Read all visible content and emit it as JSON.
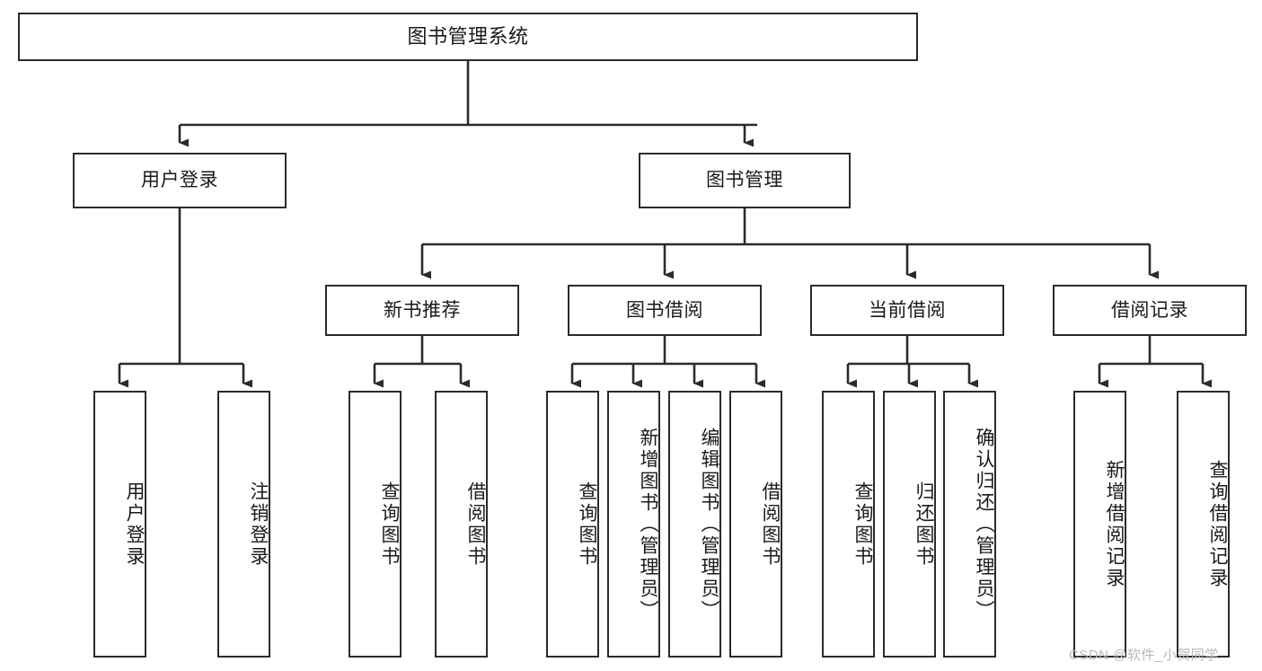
{
  "diagram": {
    "title": "图书管理系统",
    "type": "tree-hierarchy-diagram",
    "colors": {
      "box_border": "#2b2b2b",
      "box_fill": "#ffffff",
      "edge": "#2b2b2b",
      "text": "#1a1a1a",
      "watermark": "#b9b9b9",
      "background": "#ffffff"
    },
    "levels": {
      "root": {
        "label": "图书管理系统"
      },
      "level2": [
        {
          "label": "用户登录"
        },
        {
          "label": "图书管理"
        }
      ],
      "level3": [
        {
          "label": "新书推荐"
        },
        {
          "label": "图书借阅"
        },
        {
          "label": "当前借阅"
        },
        {
          "label": "借阅记录"
        }
      ],
      "level4": [
        {
          "label": "用户登录",
          "parent": "用户登录"
        },
        {
          "label": "注销登录",
          "parent": "用户登录"
        },
        {
          "label": "查询图书",
          "parent": "新书推荐"
        },
        {
          "label": "借阅图书",
          "parent": "新书推荐"
        },
        {
          "label": "查询图书",
          "parent": "图书借阅"
        },
        {
          "label": "新增图书（管理员）",
          "parent": "图书借阅"
        },
        {
          "label": "编辑图书（管理员）",
          "parent": "图书借阅"
        },
        {
          "label": "借阅图书",
          "parent": "图书借阅"
        },
        {
          "label": "查询图书",
          "parent": "当前借阅"
        },
        {
          "label": "归还图书",
          "parent": "当前借阅"
        },
        {
          "label": "确认归还（管理员）",
          "parent": "当前借阅"
        },
        {
          "label": "新增借阅记录",
          "parent": "借阅记录"
        },
        {
          "label": "查询借阅记录",
          "parent": "借阅记录"
        }
      ]
    }
  },
  "watermark": {
    "text": "CSDN @软件_小贺同学"
  }
}
